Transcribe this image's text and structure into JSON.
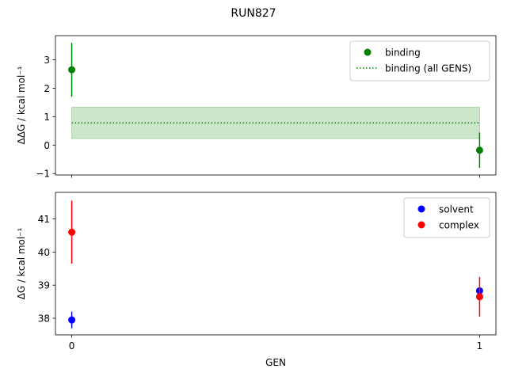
{
  "chart_data": {
    "title": "RUN827",
    "xlabel": "GEN",
    "x_ticks": [
      0,
      1
    ],
    "xlim": [
      -0.04,
      1.04
    ],
    "panels": [
      {
        "type": "scatter",
        "ylabel": "ΔΔG / kcal mol⁻¹",
        "ylim": [
          -1.05,
          3.85
        ],
        "yticks": [
          -1,
          0,
          1,
          2,
          3
        ],
        "legend_position": "top-right",
        "series": [
          {
            "name": "binding",
            "kind": "errorbar-point",
            "color": "#008000",
            "points": [
              {
                "x": 0,
                "y": 2.65,
                "err": 0.95
              },
              {
                "x": 1,
                "y": -0.18,
                "err": 0.62
              }
            ]
          },
          {
            "name": "binding (all GENS)",
            "kind": "hline-band",
            "color": "#008000",
            "band_color": "#008000",
            "x_range": [
              0,
              1
            ],
            "y": 0.78,
            "err": 0.55
          }
        ]
      },
      {
        "type": "scatter",
        "ylabel": "ΔG / kcal mol⁻¹",
        "ylim": [
          37.5,
          41.8
        ],
        "yticks": [
          38,
          39,
          40,
          41
        ],
        "legend_position": "top-right",
        "series": [
          {
            "name": "solvent",
            "kind": "errorbar-point",
            "color": "#0000ff",
            "points": [
              {
                "x": 0,
                "y": 37.95,
                "err": 0.25
              },
              {
                "x": 1,
                "y": 38.83,
                "err": 0.08
              }
            ]
          },
          {
            "name": "complex",
            "kind": "errorbar-point",
            "color": "#ff0000",
            "points": [
              {
                "x": 0,
                "y": 40.6,
                "err": 0.95
              },
              {
                "x": 1,
                "y": 38.65,
                "err": 0.6
              }
            ]
          }
        ]
      }
    ]
  }
}
